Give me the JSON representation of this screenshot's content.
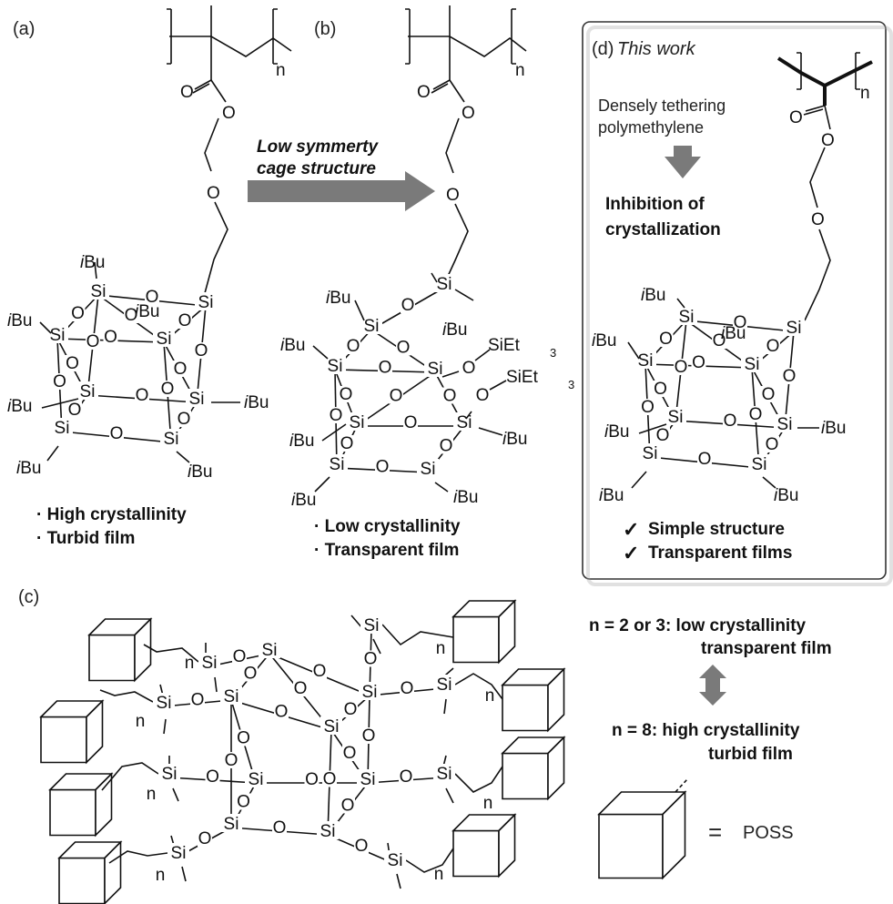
{
  "panels": {
    "a": {
      "label": "(a)",
      "bullets": [
        "· High crystallinity",
        "· Turbid film"
      ]
    },
    "b": {
      "label": "(b)",
      "arrow_text": [
        "Low symmerty",
        "cage structure"
      ],
      "bullets": [
        "· Low crystallinity",
        "· Transparent film"
      ],
      "substituent": "SiEt",
      "substituent_sub": "3"
    },
    "c": {
      "label": "(c)"
    },
    "d": {
      "label": "(d)",
      "label_italic": "This work",
      "process": [
        "Densely tethering",
        "polymethylene"
      ],
      "result": [
        "Inhibition of",
        "crystallization"
      ],
      "checks": [
        "Simple structure",
        "Transparent films"
      ],
      "check_mark": "✓"
    }
  },
  "atoms": {
    "si": "Si",
    "o": "O",
    "ibu_i": "i",
    "ibu_bu": "Bu",
    "n": "n"
  },
  "conditions": {
    "low": [
      "n = 2 or 3: low crystallinity",
      "transparent film"
    ],
    "high": [
      "n = 8: high crystallinity",
      "turbid film"
    ]
  },
  "legend": {
    "equals": "=",
    "poss": "POSS"
  }
}
